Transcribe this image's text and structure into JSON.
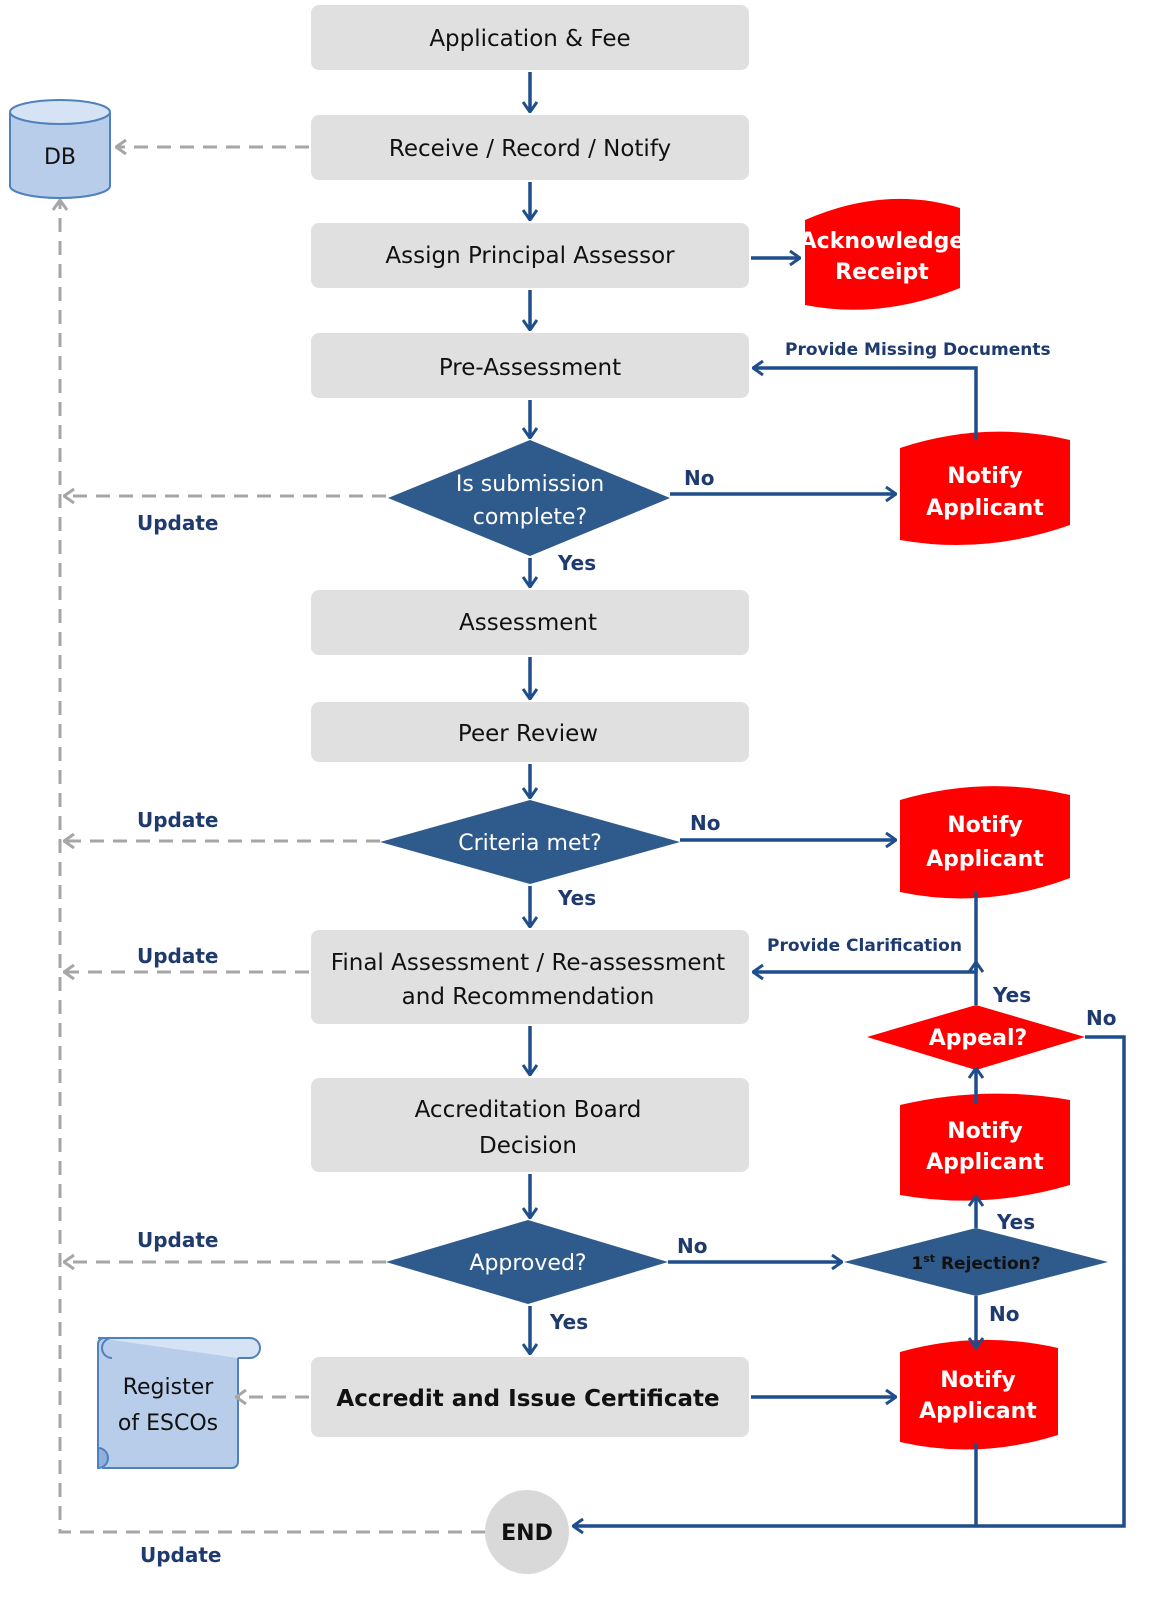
{
  "colors": {
    "box_fill": "#e0e0e0",
    "diamond_fill": "#2f5a8c",
    "red_doc_fill": "#ff0000",
    "solid_arrow": "#1f4e8c",
    "dashed_arrow": "#a6a6a6",
    "label_text": "#1f3a6e",
    "db_fill": "#b8cdea"
  },
  "db": {
    "label": "DB"
  },
  "register": {
    "line1": "Register",
    "line2": "of ESCOs"
  },
  "end": {
    "label": "END"
  },
  "process": {
    "application": "Application & Fee",
    "receive": "Receive / Record / Notify",
    "assign": "Assign Principal Assessor",
    "pre_assessment": "Pre-Assessment",
    "assessment": "Assessment",
    "peer_review": "Peer Review",
    "final_line1": "Final Assessment / Re-assessment",
    "final_line2": "and Recommendation",
    "board_line1": "Accreditation Board",
    "board_line2": "Decision",
    "accredit": "Accredit and Issue Certificate"
  },
  "decisions": {
    "submission_line1": "Is submission",
    "submission_line2": "complete?",
    "criteria": "Criteria met?",
    "approved": "Approved?",
    "appeal": "Appeal?",
    "rejection_base": "1",
    "rejection_sup": "st",
    "rejection_rest": " Rejection?"
  },
  "documents": {
    "ack_line1": "Acknowledge",
    "ack_line2": "Receipt",
    "notify_line1": "Notify",
    "notify_line2": "Applicant"
  },
  "labels": {
    "yes": "Yes",
    "no": "No",
    "update": "Update",
    "provide_missing": "Provide Missing Documents",
    "provide_clarification": "Provide Clarification"
  }
}
